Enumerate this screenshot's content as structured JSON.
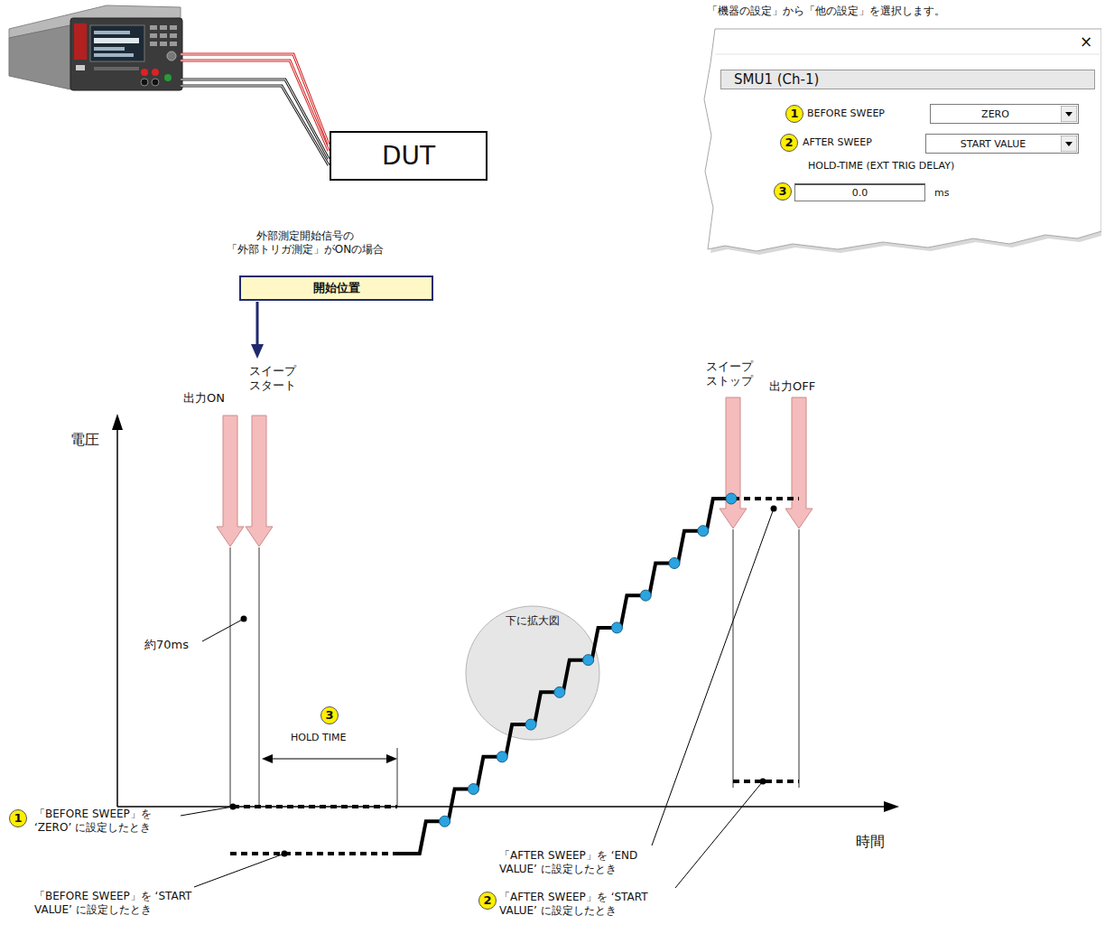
{
  "diagram": {
    "nodes": [
      {
        "text": [
          "DUT"
        ]
      },
      {
        "text": [
          "開始位置"
        ]
      },
      {
        "text": [
          "SMU1 (Ch-1)"
        ]
      },
      {
        "text": [
          "ZERO"
        ],
        "in": 2
      },
      {
        "text": [
          "START VALUE"
        ],
        "in": 2
      },
      {
        "text": [
          "0.0"
        ],
        "in": 2
      },
      {
        "text": [
          "下に拡大図"
        ]
      }
    ],
    "labels": [
      "「機器の設定」から「他の設定」を選択します。",
      "×",
      "1",
      "BEFORE SWEEP",
      "2",
      "AFTER SWEEP",
      "HOLD-TIME (EXT TRIG DELAY)",
      "3",
      "ms",
      "外部測定開始信号の 「外部トリガ測定」がONの場合",
      "出力ON",
      "スイープ スタート",
      "スイープ ストップ",
      "出力OFF",
      "電圧",
      "約70ms",
      "3",
      "HOLD TIME",
      "時間",
      "1",
      "「BEFORE SWEEP」を ‘ZERO’ に設定したとき",
      "「BEFORE SWEEP」を ‘START VALUE’ に設定したとき",
      "「AFTER SWEEP」を ‘END VALUE’ に設定したとき",
      "2",
      "「AFTER SWEEP」を ‘START VALUE’ に設定したとき"
    ]
  }
}
